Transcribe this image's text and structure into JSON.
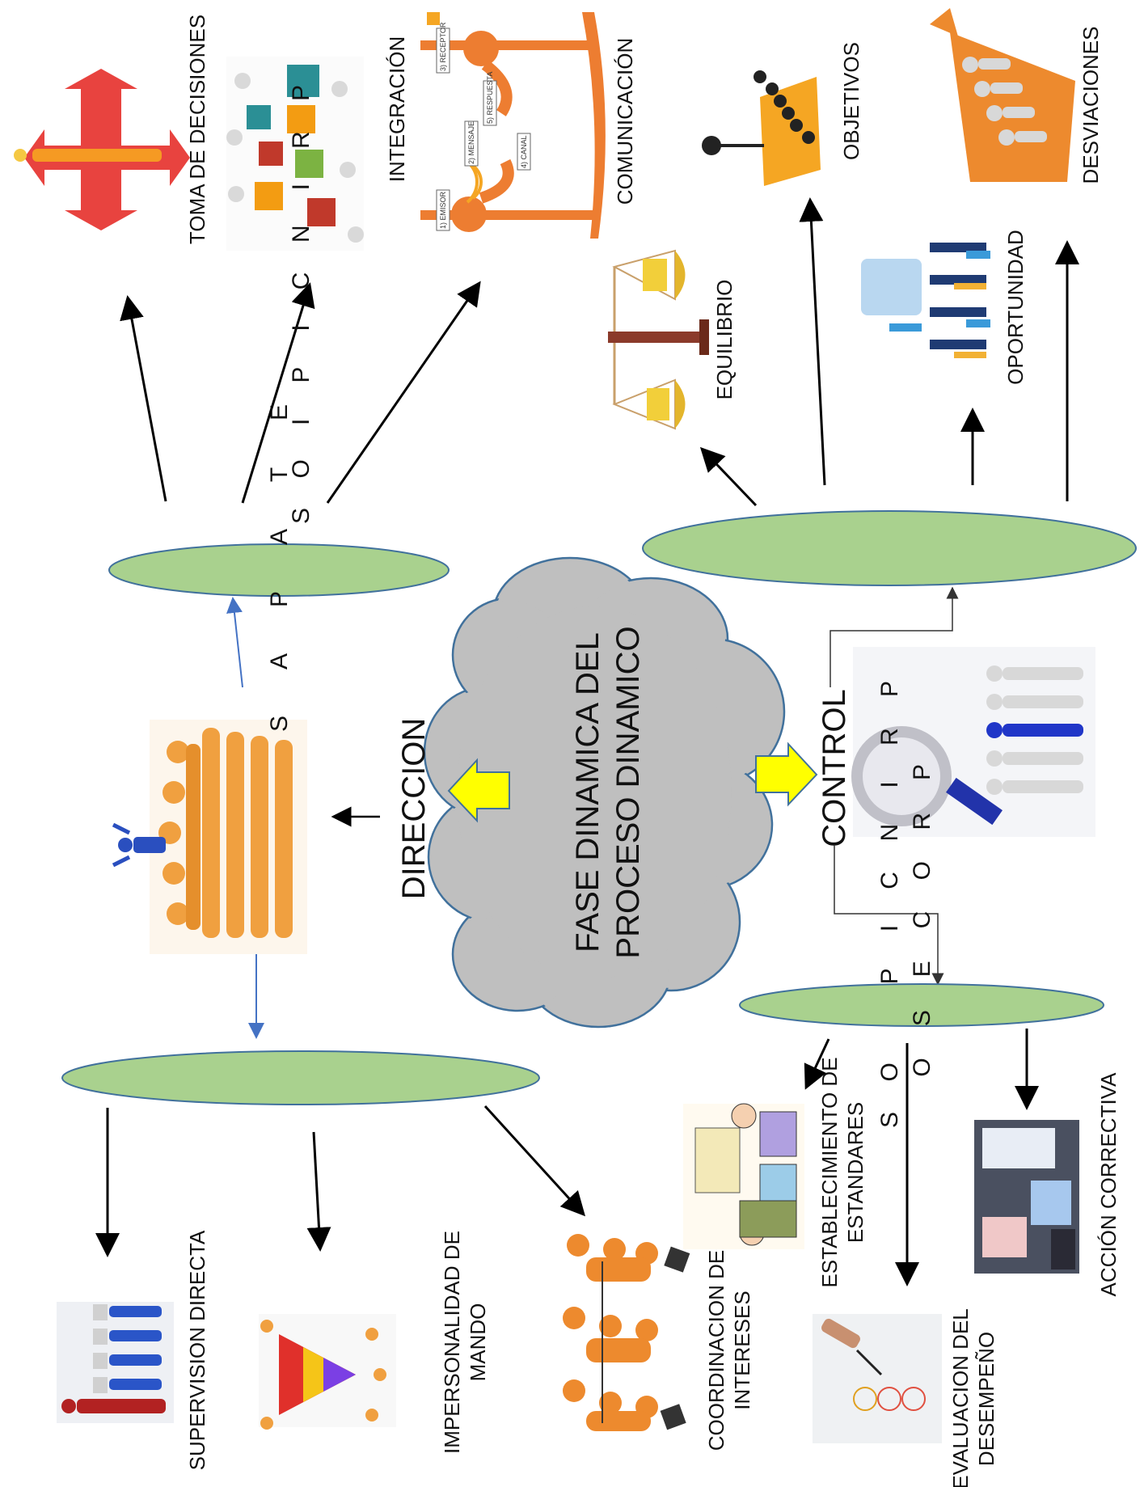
{
  "central": {
    "line1": "FASE DINAMICA DEL",
    "line2": "PROCESO DINAMICO"
  },
  "direccion": {
    "title": "DIRECCION",
    "etapas_letters": [
      "E",
      "T",
      "A",
      "P",
      "A",
      "S"
    ],
    "principios_letters": [
      "P",
      "R",
      "I",
      "N",
      "C",
      "I",
      "P",
      "I",
      "O",
      "S"
    ],
    "etapas": [
      "TOMA DE DECISIONES",
      "INTEGRACIÓN",
      "COMUNICACIÓN"
    ],
    "principios": [
      [
        "SUPERVISION DIRECTA"
      ],
      [
        "IMPERSONALIDAD DE",
        "MANDO"
      ],
      [
        "COORDINACION DE",
        "INTERESES"
      ]
    ]
  },
  "control": {
    "title": "CONTROL",
    "principios_letters": [
      "P",
      "R",
      "I",
      "N",
      "C",
      "I",
      "P",
      "I",
      "O",
      "S"
    ],
    "proceso_letters": [
      "P",
      "R",
      "O",
      "C",
      "E",
      "S",
      "O"
    ],
    "principios": [
      "EQUILIBRIO",
      "OBJETIVOS",
      "OPORTUNIDAD",
      "DESVIACIONES"
    ],
    "proceso": [
      [
        "ESTABLECIMIENTO DE",
        "ESTANDARES"
      ],
      [
        "EVALUACION DEL",
        "DESEMPEÑO"
      ],
      [
        "ACCIÓN CORRECTIVA"
      ]
    ]
  },
  "comm_tags": [
    "1) EMISOR",
    "2) MENSAJE",
    "3) RECEPTOR",
    "4) CANAL",
    "5) RESPUESTA"
  ],
  "colors": {
    "ellipse_fill": "#a9d18e",
    "ellipse_stroke": "#41719c",
    "cloud_fill": "#bfbfbf",
    "cloud_stroke": "#41719c",
    "big_arrow": "#ffff00",
    "thin_blue_arrow": "#4472c4",
    "orange": "#ed7d31",
    "red": "#e8433f"
  },
  "icons": [
    "people-group-icon",
    "crossroad-arrows-icon",
    "puzzle-people-icon",
    "communication-icon",
    "scale-icon",
    "podium-icon",
    "office-meeting-icon",
    "staircase-icon",
    "magnifier-icon",
    "business-meeting-icon",
    "evaluation-icon",
    "laptop-team-icon",
    "supervision-icon",
    "pyramid-group-icon",
    "tug-of-war-icon"
  ]
}
